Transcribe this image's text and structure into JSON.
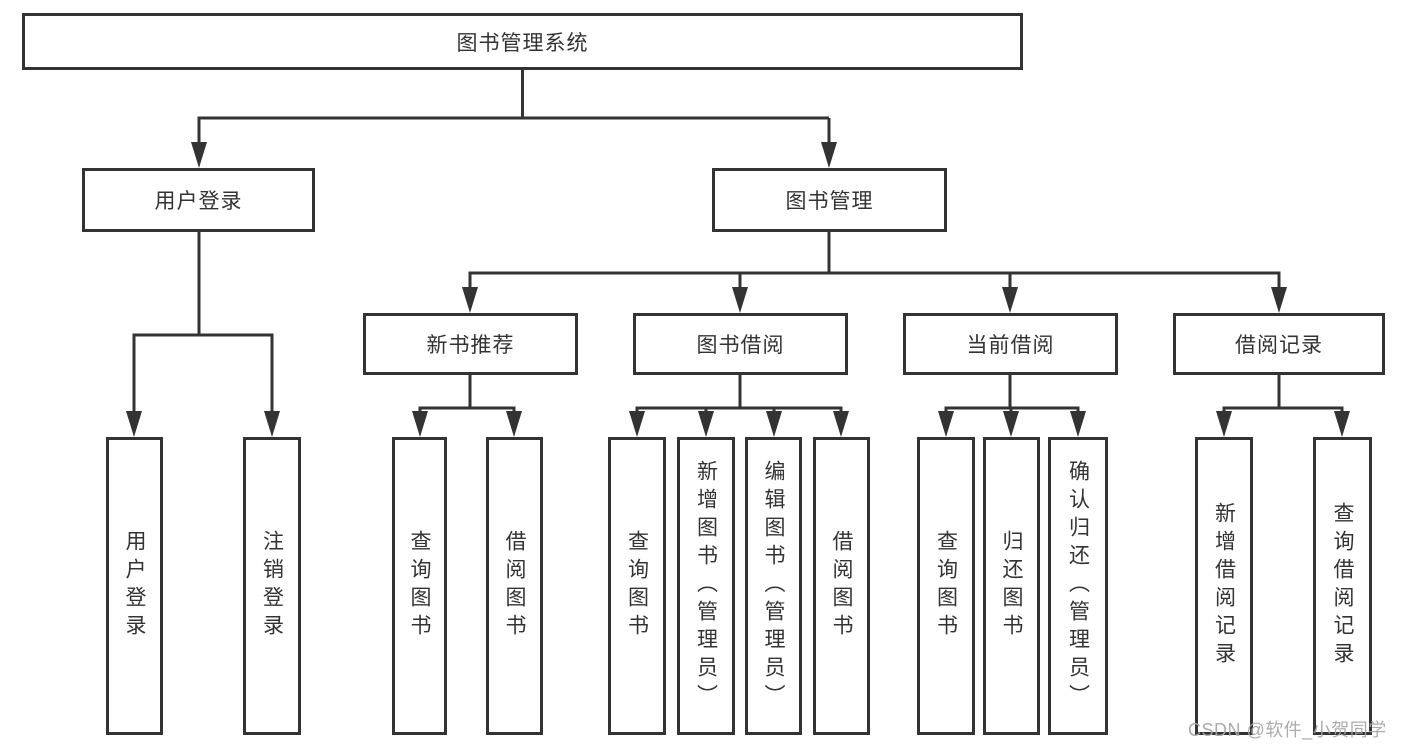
{
  "diagram": {
    "type": "hierarchy-diagram",
    "title": "图书管理系统",
    "watermark": "CSDN @软件_小贺同学",
    "colors": {
      "line": "#333333",
      "border": "#333333",
      "text": "#333333",
      "box_background": "#ffffff",
      "watermark_text": "#a8a8a8"
    },
    "nodes": {
      "root": {
        "label": "图书管理系统"
      },
      "user_login": {
        "label": "用户登录"
      },
      "book_mgmt": {
        "label": "图书管理"
      },
      "new_book_rec": {
        "label": "新书推荐"
      },
      "book_borrow": {
        "label": "图书借阅"
      },
      "current_borrow": {
        "label": "当前借阅"
      },
      "borrow_record": {
        "label": "借阅记录"
      },
      "leaf_user_login": {
        "label": "用户登录"
      },
      "leaf_logout": {
        "label": "注销登录"
      },
      "leaf_query_book_1": {
        "label": "查询图书"
      },
      "leaf_borrow_book_1": {
        "label": "借阅图书"
      },
      "leaf_query_book_2": {
        "label": "查询图书"
      },
      "leaf_add_book": {
        "label": "新增图书（管理员）"
      },
      "leaf_edit_book": {
        "label": "编辑图书（管理员）"
      },
      "leaf_borrow_book_2": {
        "label": "借阅图书"
      },
      "leaf_query_book_3": {
        "label": "查询图书"
      },
      "leaf_return_book": {
        "label": "归还图书"
      },
      "leaf_confirm_return": {
        "label": "确认归还（管理员）"
      },
      "leaf_add_borrow_rec": {
        "label": "新增借阅记录"
      },
      "leaf_query_borrow_rec": {
        "label": "查询借阅记录"
      }
    },
    "hierarchy": {
      "root": [
        "user_login",
        "book_mgmt"
      ],
      "user_login": [
        "leaf_user_login",
        "leaf_logout"
      ],
      "book_mgmt": [
        "new_book_rec",
        "book_borrow",
        "current_borrow",
        "borrow_record"
      ],
      "new_book_rec": [
        "leaf_query_book_1",
        "leaf_borrow_book_1"
      ],
      "book_borrow": [
        "leaf_query_book_2",
        "leaf_add_book",
        "leaf_edit_book",
        "leaf_borrow_book_2"
      ],
      "current_borrow": [
        "leaf_query_book_3",
        "leaf_return_book",
        "leaf_confirm_return"
      ],
      "borrow_record": [
        "leaf_add_borrow_rec",
        "leaf_query_borrow_rec"
      ]
    }
  }
}
